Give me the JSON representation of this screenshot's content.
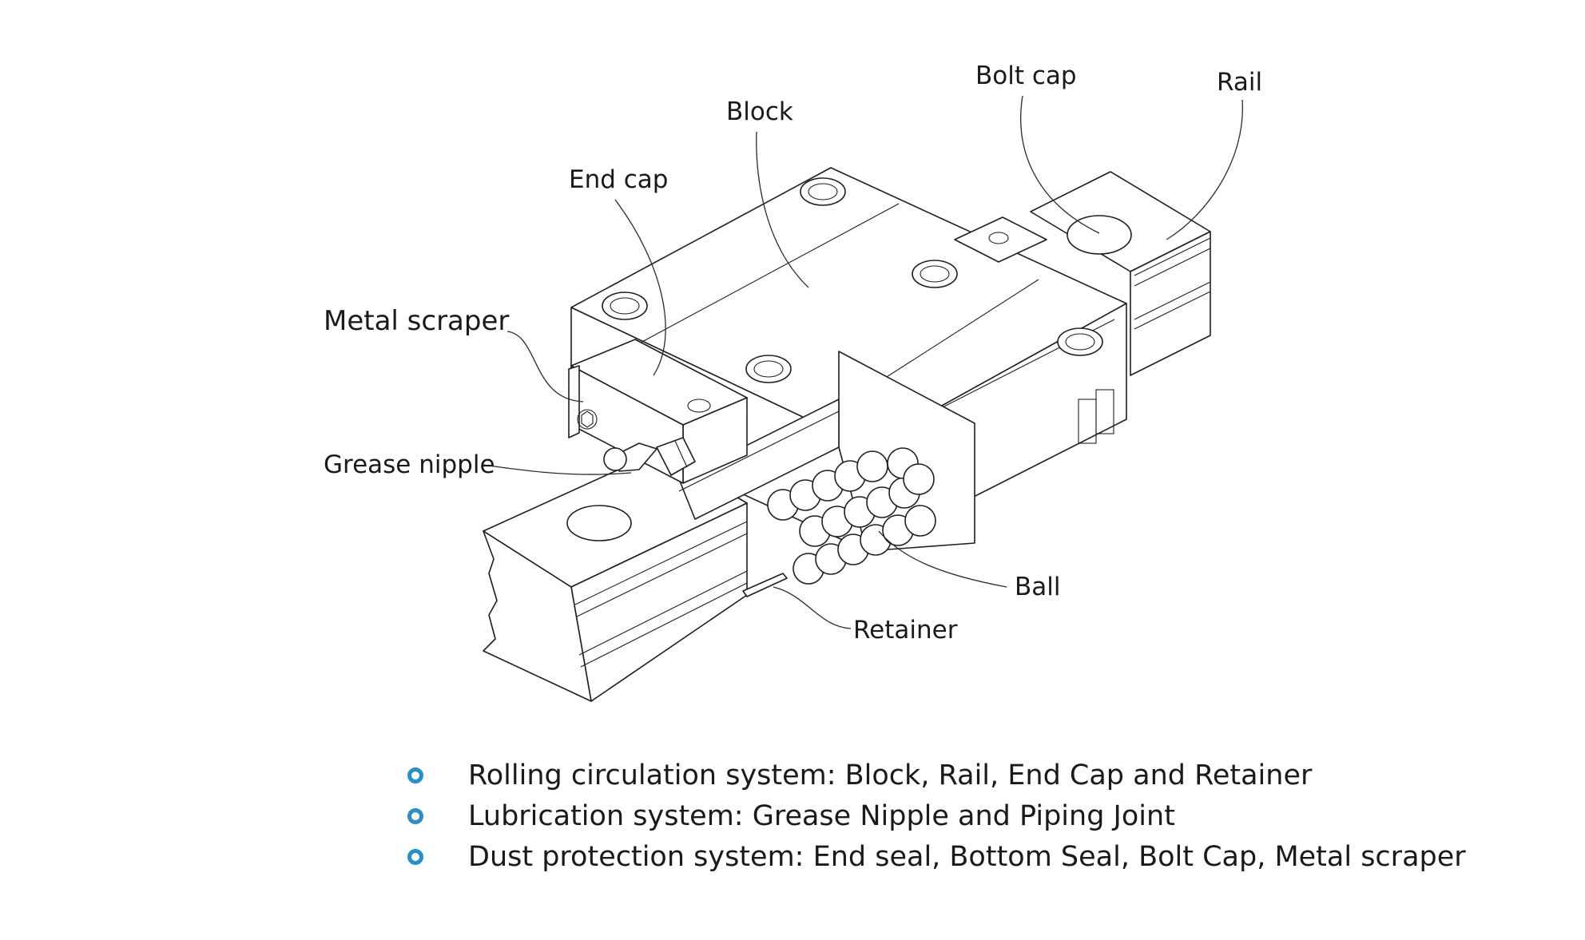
{
  "diagram": {
    "labels": {
      "bolt_cap": "Bolt cap",
      "rail": "Rail",
      "block": "Block",
      "end_cap": "End cap",
      "metal_scraper": "Metal scraper",
      "grease_nipple": "Grease nipple",
      "ball": "Ball",
      "retainer": "Retainer"
    }
  },
  "legend": {
    "bullet_color": "#2b8fc6",
    "items": [
      "Rolling circulation system: Block, Rail, End Cap and Retainer",
      "Lubrication system: Grease Nipple and Piping Joint",
      "Dust protection system: End seal, Bottom Seal, Bolt Cap, Metal scraper"
    ]
  }
}
